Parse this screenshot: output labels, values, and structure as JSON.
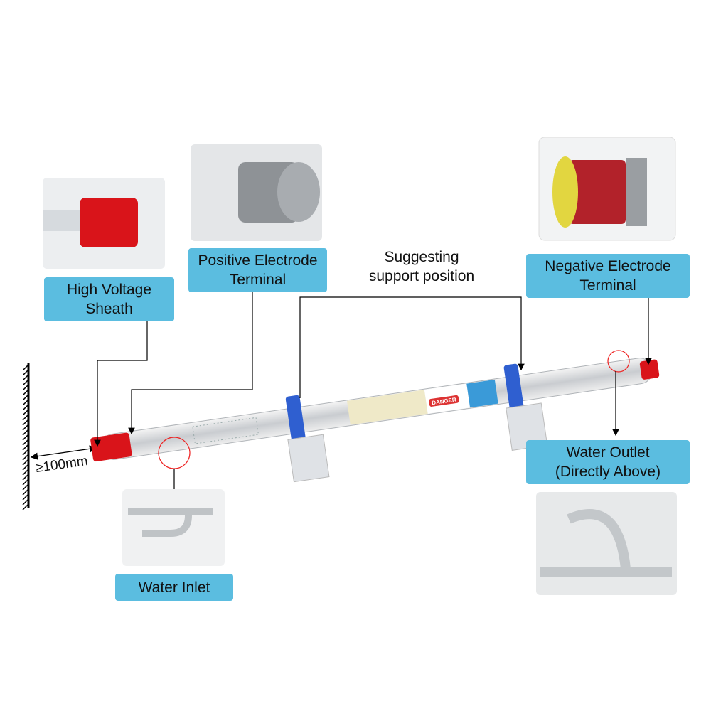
{
  "labels": {
    "high_voltage_sheath": [
      "High Voltage",
      "Sheath"
    ],
    "positive_electrode": [
      "Positive Electrode",
      "Terminal"
    ],
    "negative_electrode": [
      "Negative Electrode",
      "Terminal"
    ],
    "water_outlet": [
      "Water Outlet",
      "(Directly Above)"
    ],
    "water_inlet": "Water Inlet",
    "support_position": [
      "Suggesting",
      "support position"
    ],
    "distance": "≥100mm"
  },
  "tube_sticker": "DANGER",
  "colors": {
    "label_bg": "#5bbde0",
    "cap_red": "#d9141a",
    "bracket_blue": "#2f5fd0"
  }
}
